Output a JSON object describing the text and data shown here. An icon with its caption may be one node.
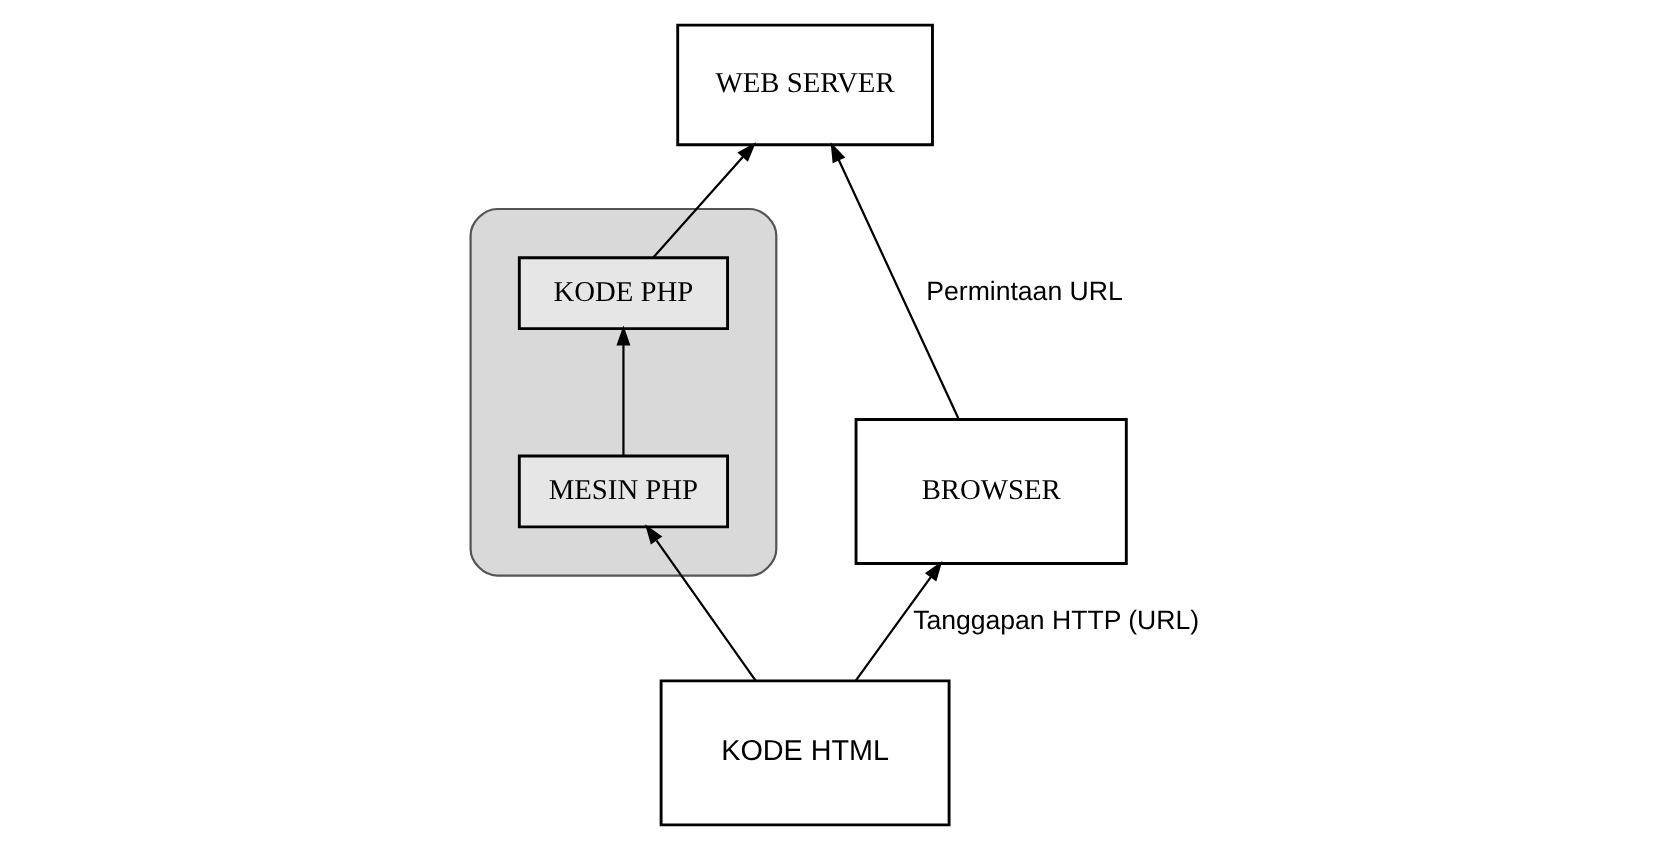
{
  "diagram": {
    "nodes": [
      {
        "text": [
          "WEB SERVER"
        ]
      },
      {
        "text": [],
        "shape": "ellipse"
      },
      {
        "text": [
          "KODE PHP"
        ],
        "in": 1
      },
      {
        "text": [
          "MESIN PHP"
        ],
        "in": 1
      },
      {
        "text": [
          "BROWSER"
        ]
      },
      {
        "text": [
          "KODE HTML"
        ]
      }
    ],
    "edges": [
      {
        "from": 4,
        "to": 0,
        "arrow": "to",
        "label": "Permintaan URL"
      },
      {
        "from": 2,
        "to": 0,
        "arrow": "to"
      },
      {
        "from": 3,
        "to": 2,
        "arrow": "to"
      },
      {
        "from": 5,
        "to": 3,
        "arrow": "to"
      },
      {
        "from": 5,
        "to": 4,
        "arrow": "to",
        "label": "Tanggapan HTTP (URL)"
      }
    ]
  }
}
